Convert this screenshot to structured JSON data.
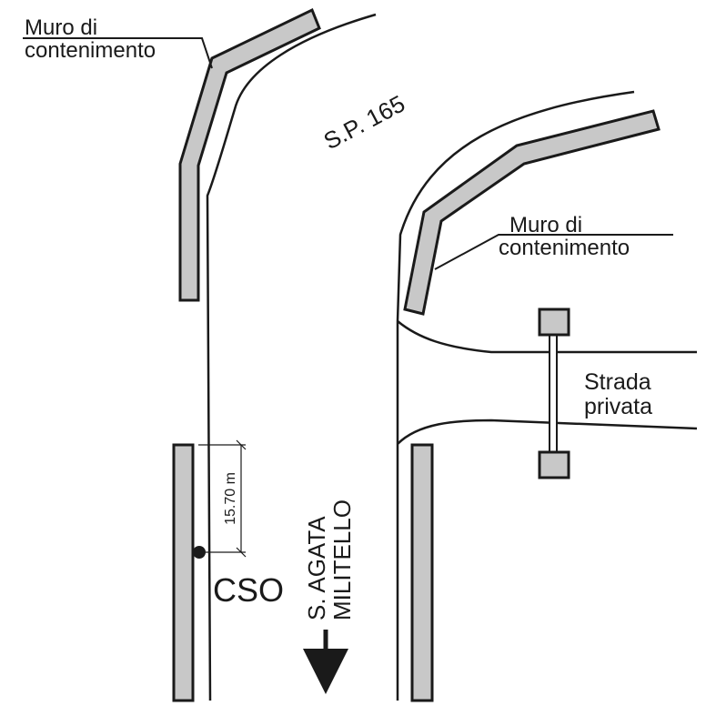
{
  "labels": {
    "wall_left": [
      "Muro di",
      "contenimento"
    ],
    "wall_right": [
      "Muro di",
      "contenimento"
    ],
    "road": "S.P. 165",
    "private_road": [
      "Strada",
      "privata"
    ],
    "dimension": "15.70 m",
    "cso": "CSO",
    "direction": [
      "S. AGATA",
      "MILITELLO"
    ]
  },
  "colors": {
    "wall_fill": "#c8c8c8",
    "stroke": "#1a1a1a",
    "background": "#ffffff"
  },
  "icons": {
    "cso_marker": "filled-circle",
    "direction_arrow": "arrow-down-icon",
    "gate": "gate-icon"
  }
}
